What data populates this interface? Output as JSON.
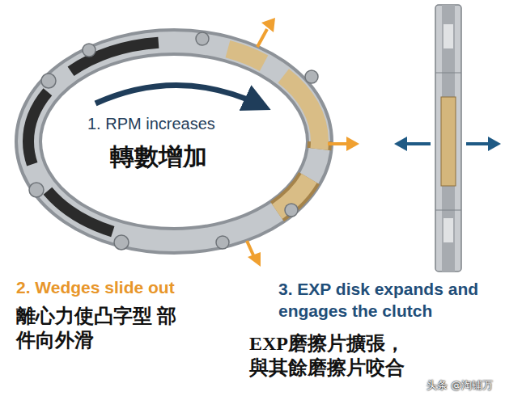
{
  "diagram": {
    "labels": [
      "1. RPM increases",
      "轉數增加",
      "2. Wedges slide out",
      "離心力使凸字型 部件向外滑",
      "3. EXP disk expands and engages the clutch",
      "EXP磨擦片擴張， 與其餘磨擦片咬合",
      "头条 @淘铺万"
    ]
  }
}
